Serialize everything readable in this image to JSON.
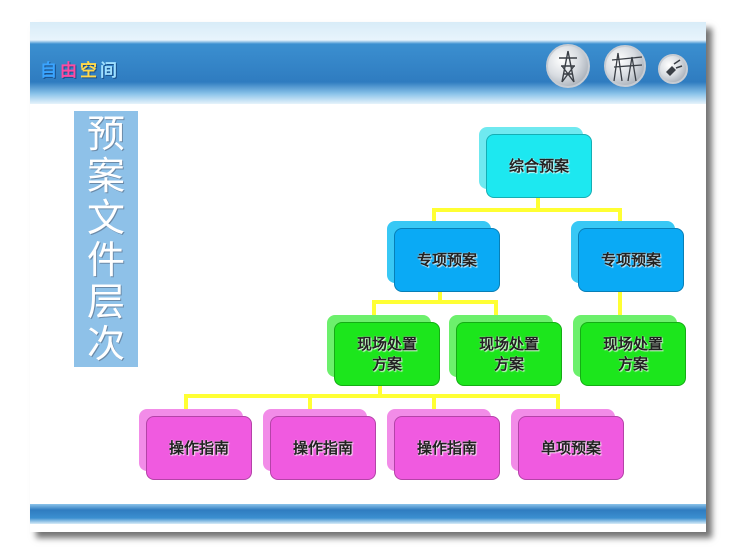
{
  "header": {
    "brand_chars": [
      "自",
      "由",
      "空",
      "间"
    ]
  },
  "side_title": {
    "chars": [
      "预",
      "案",
      "文",
      "件",
      "层",
      "次"
    ]
  },
  "diagram": {
    "root": "综合预案",
    "special": [
      "专项预案",
      "专项预案"
    ],
    "onsite": [
      "现场处置\n方案",
      "现场处置\n方案",
      "现场处置\n方案"
    ],
    "ops": [
      "操作指南",
      "操作指南",
      "操作指南",
      "单项预案"
    ]
  },
  "colors": {
    "root": "#1de8f0",
    "special": "#0aaaf5",
    "onsite": "#1ce61c",
    "ops": "#f05ae0",
    "connector": "#ffff33"
  }
}
